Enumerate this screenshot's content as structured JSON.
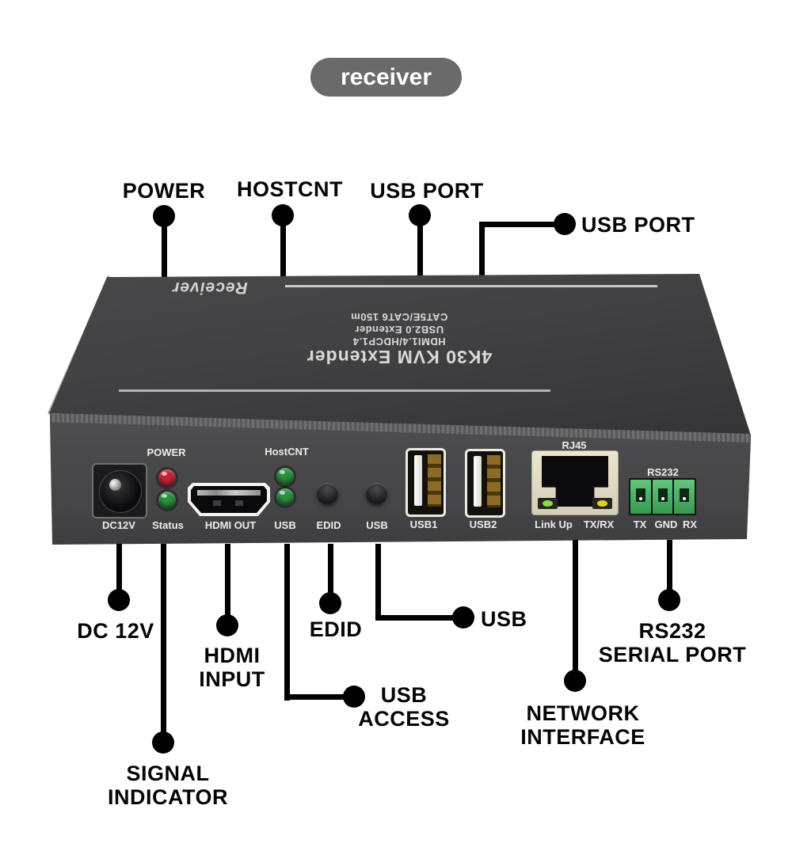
{
  "badge": {
    "label": "receiver"
  },
  "top_callouts": {
    "power": "POWER",
    "hostcnt": "HOSTCNT",
    "usb_port_a": "USB PORT",
    "usb_port_b": "USB PORT"
  },
  "device_top": {
    "edge_label": "Receiver",
    "title": "4K30 KVM Extender",
    "spec1": "HDMI1.4/HDCP1.4",
    "spec2": "USB2.0 Extender",
    "spec3": "CAT5E/CAT6 150m"
  },
  "front_panel": {
    "power_label": "POWER",
    "dc_label": "DC12V",
    "status_label": "Status",
    "hdmi_label": "HDMI OUT",
    "hostcnt_label": "HostCNT",
    "usb_led_label": "USB",
    "edid_button_label": "EDID",
    "usb_button_label": "USB",
    "usb1_label": "USB1",
    "usb2_label": "USB2",
    "rj45_label": "RJ45",
    "linkup_label": "Link Up",
    "txrx_label": "TX/RX",
    "rs232_label": "RS232",
    "tx_label": "TX",
    "gnd_label": "GND",
    "rx_label": "RX"
  },
  "bottom_callouts": {
    "dc": "DC 12V",
    "signal_line1": "SIGNAL",
    "signal_line2": "INDICATOR",
    "hdmi_line1": "HDMI",
    "hdmi_line2": "INPUT",
    "edid": "EDID",
    "usb_access_line1": "USB",
    "usb_access_line2": "ACCESS",
    "usb": "USB",
    "network_line1": "NETWORK",
    "network_line2": "INTERFACE",
    "rs232_line1": "RS232",
    "rs232_line2": "SERIAL PORT"
  },
  "colors": {
    "badge_bg": "#6a6a6a",
    "connector": "#000000",
    "silver_line": "#c9c9c9",
    "led_red": "#c22433",
    "led_green": "#2c9140",
    "rj45_led_green": "#8fd94a",
    "rj45_led_yellow": "#e3cf2e",
    "rs232_green": "#43b164"
  }
}
